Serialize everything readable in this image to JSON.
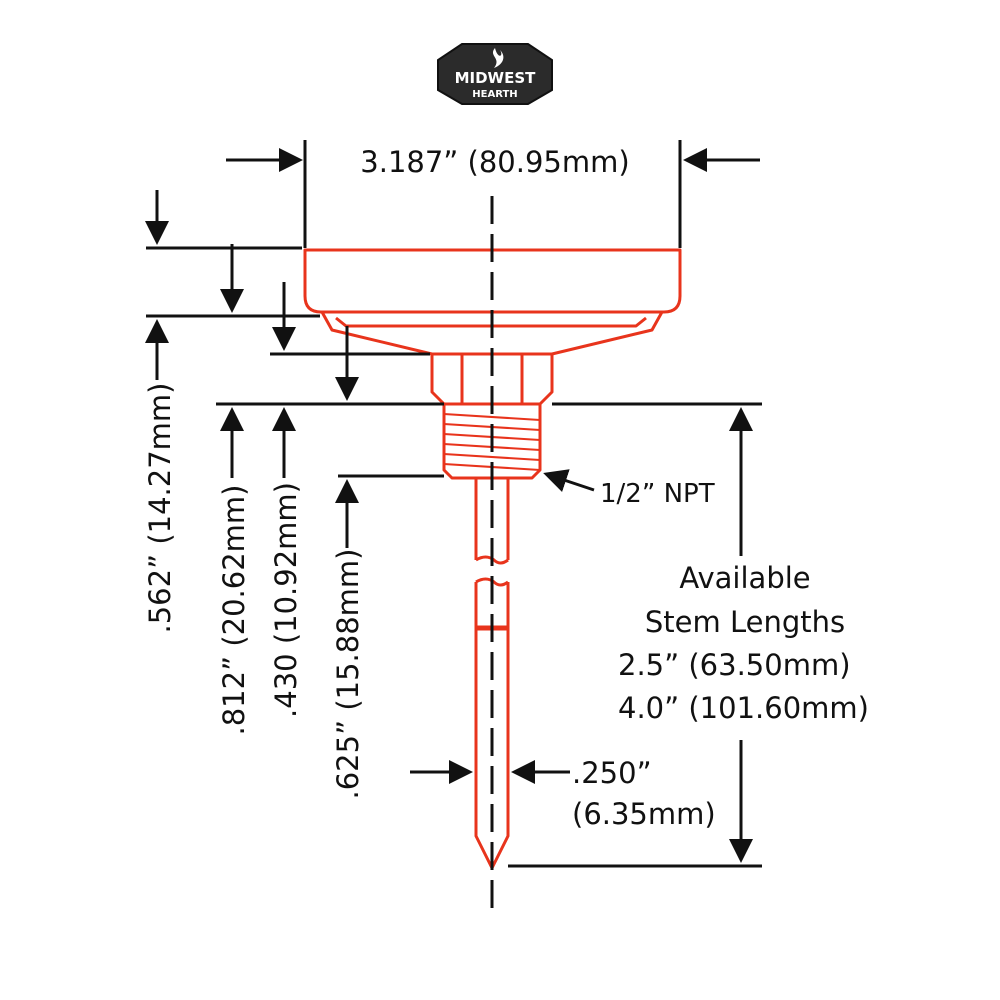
{
  "logo": {
    "line1": "MIDWEST",
    "line2": "HEARTH"
  },
  "colors": {
    "outline": "#e8341c",
    "dimension": "#111111",
    "logo_bg": "#2b2b2b"
  },
  "dimensions": {
    "dial_diameter": "3.187” (80.95mm)",
    "d_562": ".562” (14.27mm)",
    "d_812": ".812” (20.62mm)",
    "d_430": ".430 (10.92mm)",
    "d_625": ".625” (15.88mm)",
    "thread": "1/2” NPT",
    "stem_diameter_in": ".250”",
    "stem_diameter_mm": "(6.35mm)"
  },
  "stem_lengths": {
    "heading_1": "Available",
    "heading_2": "Stem Lengths",
    "option_1": "2.5” (63.50mm)",
    "option_2": "4.0” (101.60mm)"
  }
}
